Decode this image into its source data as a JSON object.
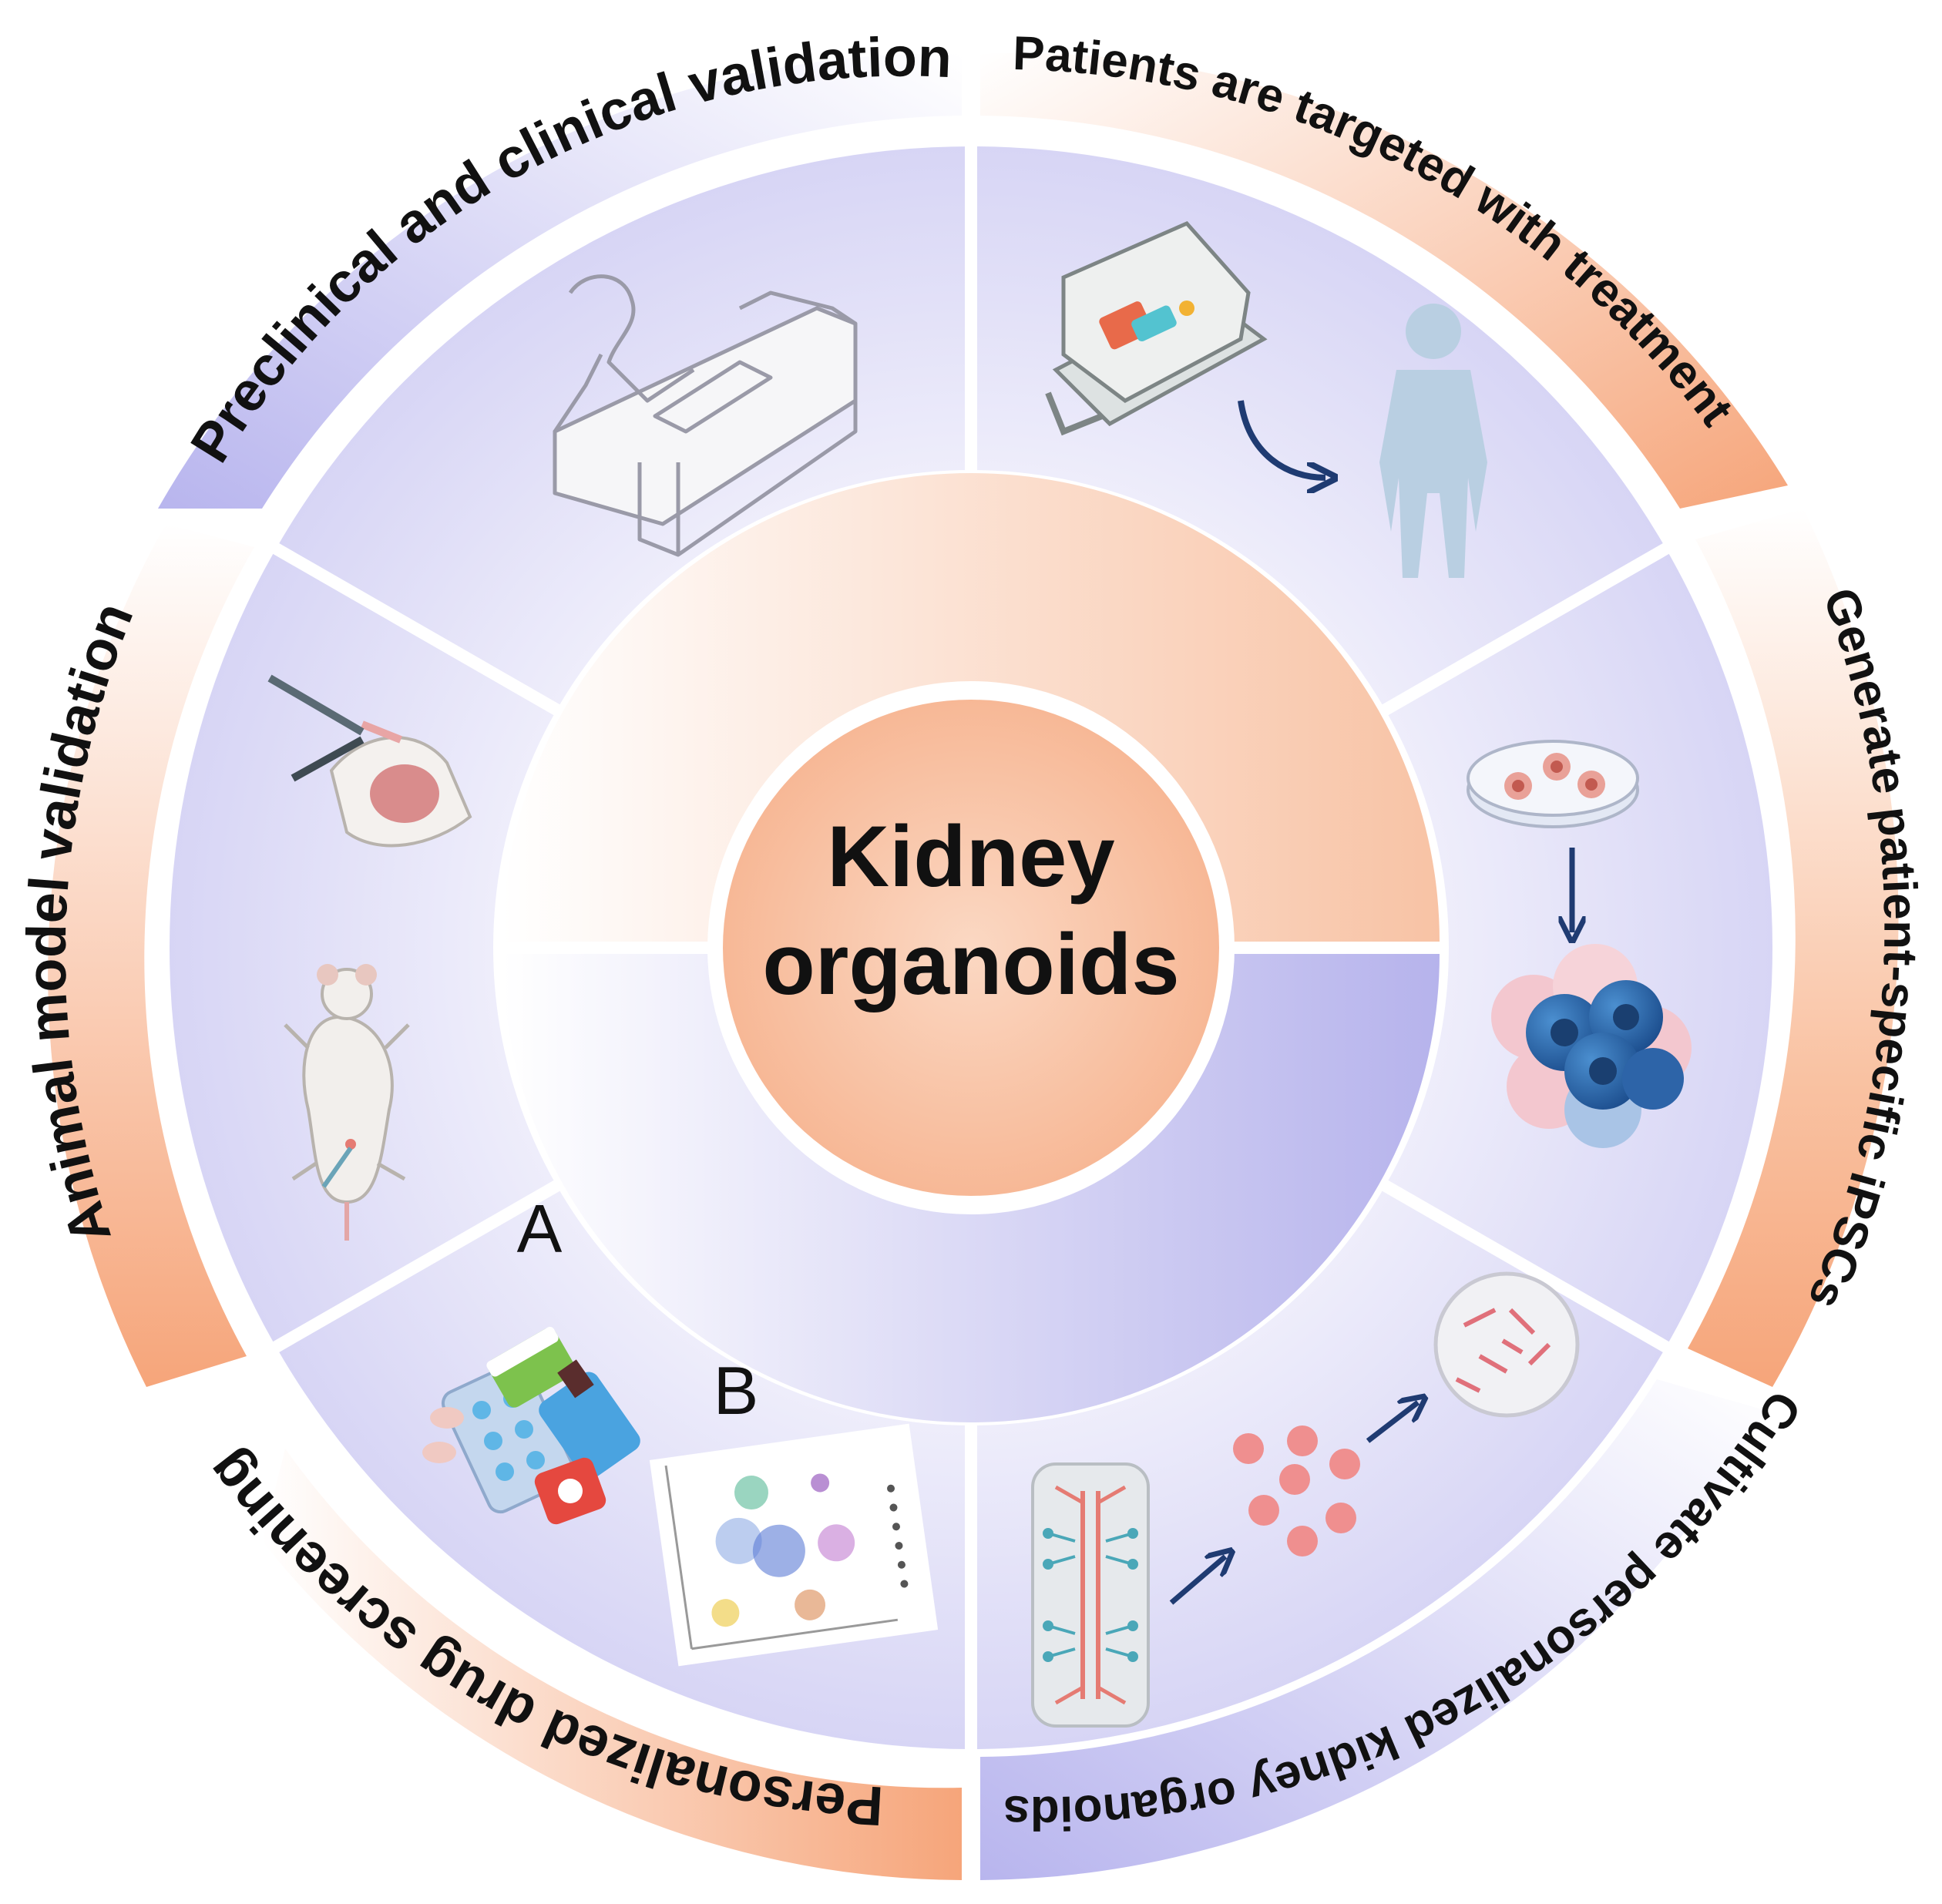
{
  "center": {
    "line1": "Kidney",
    "line2": "organoids"
  },
  "segments": [
    {
      "id": "preclinical",
      "label": "Preclinical and clinical validation",
      "band_color": "#c9c6f2",
      "icon": "clinical-scanner-icon"
    },
    {
      "id": "patients",
      "label": "Patients are targeted with treatment",
      "band_color": "#f7a97e",
      "icon": "transport-case-to-human-icon"
    },
    {
      "id": "generate",
      "label": "Generate patient-specific iPSCs",
      "band_color": "#f7a97e",
      "icon": "petri-dish-to-stem-cells-icon"
    },
    {
      "id": "cultivate",
      "label": "Cultivate personalized kidney organoids",
      "band_color": "#c9c6f2",
      "icon": "chip-to-organoid-icon"
    },
    {
      "id": "drug",
      "label": "Personalized drug screening",
      "band_color": "#f7a97e",
      "icon": "drugs-and-cluster-plot-icon"
    },
    {
      "id": "animal",
      "label": "Animal model validation",
      "band_color": "#f7a97e",
      "icon": "mouse-injection-icon"
    }
  ],
  "panel_letters": {
    "a": "A",
    "b": "B"
  },
  "colors": {
    "peach": "#f7b896",
    "peach_light": "#fde8dc",
    "lavender": "#c6c4f0",
    "lavender_light": "#eceaf9",
    "arrow": "#1f3b72"
  }
}
